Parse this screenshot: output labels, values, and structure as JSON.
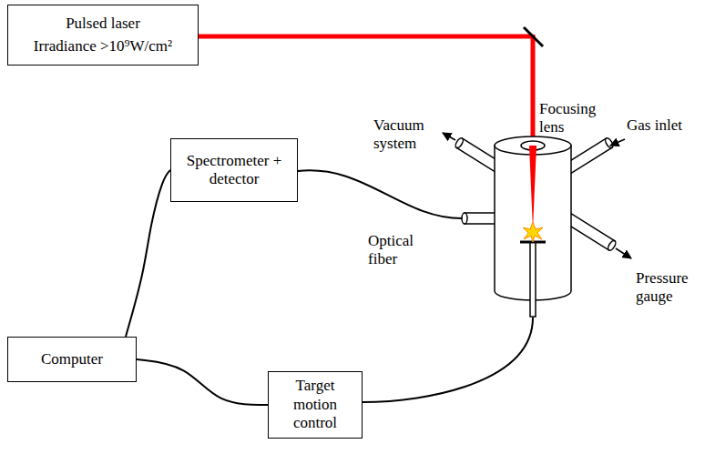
{
  "diagram": {
    "nodes": [
      {
        "text": [
          "Pulsed laser",
          "Irradiance >10⁹W/cm²"
        ]
      },
      {
        "text": [
          "Spectrometer + detector"
        ]
      },
      {
        "text": [
          "Computer"
        ]
      },
      {
        "text": [
          "Target motion control"
        ]
      }
    ],
    "edges": [
      {
        "from": 2,
        "to": 1,
        "arrow": "none"
      },
      {
        "from": 2,
        "to": 3,
        "arrow": "none"
      }
    ],
    "labels": [
      "Focusing lens",
      "Vacuum system",
      "Gas inlet",
      "Optical fiber",
      "Pressure gauge"
    ]
  }
}
